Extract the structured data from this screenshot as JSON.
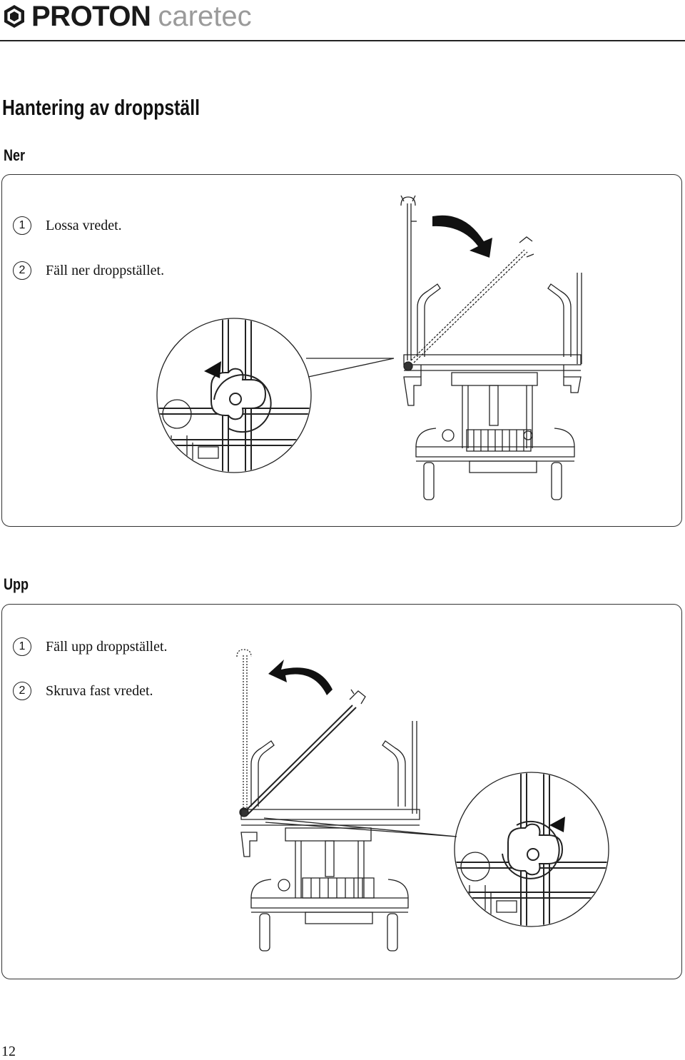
{
  "header": {
    "brand": "PROTON",
    "brand_sub": "caretec"
  },
  "page_title": "Hantering av droppställ",
  "sections": [
    {
      "heading": "Ner",
      "steps": [
        {
          "num": "1",
          "text": "Lossa vredet."
        },
        {
          "num": "2",
          "text": "Fäll ner droppstället."
        }
      ]
    },
    {
      "heading": "Upp",
      "steps": [
        {
          "num": "1",
          "text": "Fäll upp droppstället."
        },
        {
          "num": "2",
          "text": "Skruva fast vredet."
        }
      ]
    }
  ],
  "page_number": "12"
}
